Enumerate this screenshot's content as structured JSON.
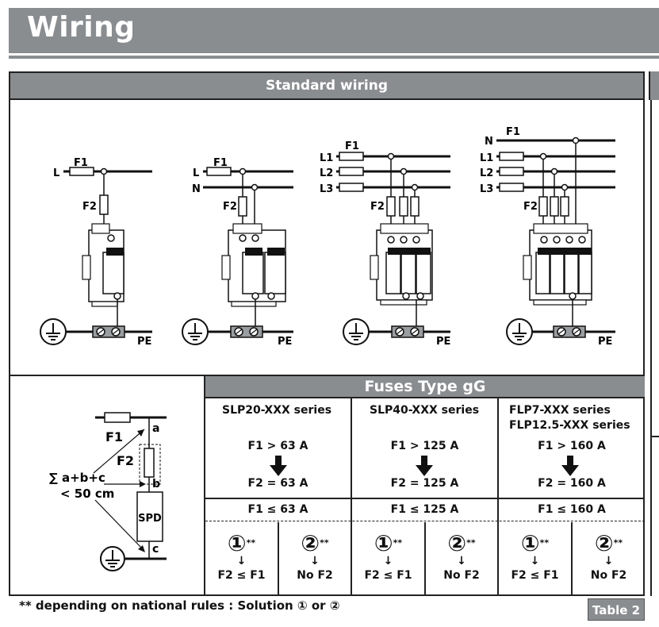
{
  "page": {
    "title": "Wiring"
  },
  "standard": {
    "title": "Standard wiring"
  },
  "diagrams": {
    "d1": {
      "l": "L",
      "f1": "F1",
      "f2": "F2",
      "pe": "PE"
    },
    "d2": {
      "l": "L",
      "n": "N",
      "f1": "F1",
      "f2": "F2",
      "pe": "PE"
    },
    "d3": {
      "l1": "L1",
      "l2": "L2",
      "l3": "L3",
      "f1": "F1",
      "f2": "F2",
      "pe": "PE"
    },
    "d4": {
      "n": "N",
      "l1": "L1",
      "l2": "L2",
      "l3": "L3",
      "f1": "F1",
      "f2": "F2",
      "pe": "PE"
    }
  },
  "distance": {
    "f1": "F1",
    "f2": "F2",
    "sum": "∑ a+b+c",
    "limit": "< 50 cm",
    "spd": "SPD",
    "a": "a",
    "b": "b",
    "c": "c"
  },
  "fuses": {
    "title": "Fuses Type gG",
    "columns": [
      {
        "series": [
          "SLP20-XXX series"
        ],
        "f1_gt": "F1 > 63 A",
        "f2_eq": "F2 = 63 A",
        "f1_le": "F1 ≤ 63 A",
        "sol1": "①",
        "sol1_mark": "**",
        "sol1_rule": "F2 ≤ F1",
        "sol2": "②",
        "sol2_mark": "**",
        "sol2_rule": "No F2"
      },
      {
        "series": [
          "SLP40-XXX series"
        ],
        "f1_gt": "F1 > 125 A",
        "f2_eq": "F2 = 125 A",
        "f1_le": "F1 ≤ 125 A",
        "sol1": "①",
        "sol1_mark": "**",
        "sol1_rule": "F2 ≤ F1",
        "sol2": "②",
        "sol2_mark": "**",
        "sol2_rule": "No F2"
      },
      {
        "series": [
          "FLP7-XXX series",
          "FLP12.5-XXX series"
        ],
        "f1_gt": "F1 > 160 A",
        "f2_eq": "F2 = 160 A",
        "f1_le": "F1 ≤ 160 A",
        "sol1": "①",
        "sol1_mark": "**",
        "sol1_rule": "F2 ≤ F1",
        "sol2": "②",
        "sol2_mark": "**",
        "sol2_rule": "No F2"
      }
    ]
  },
  "footnote": "** depending on national rules : Solution ① or ②",
  "badge": "Table 2"
}
